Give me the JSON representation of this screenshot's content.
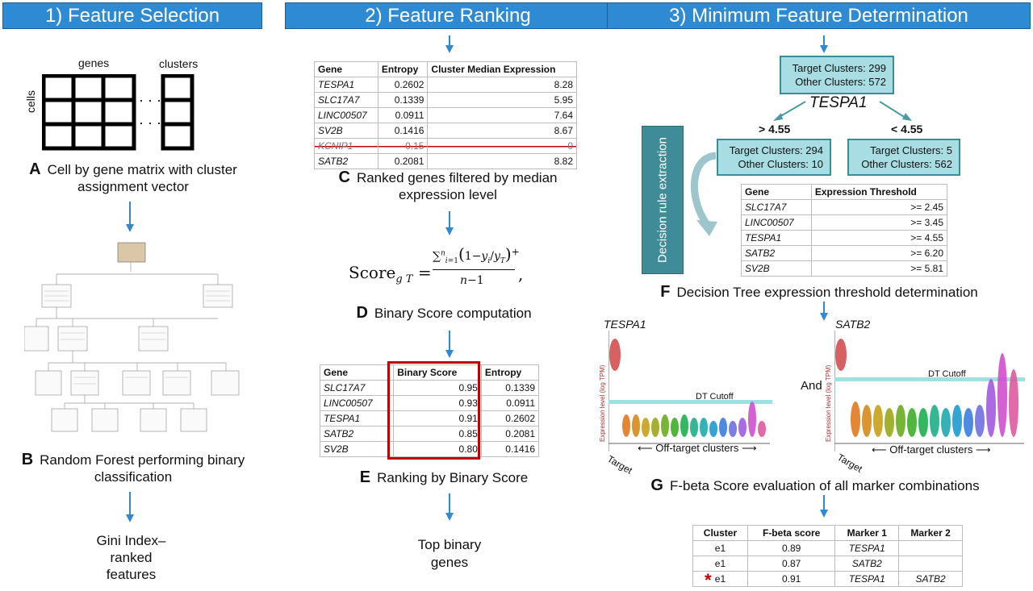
{
  "sections": {
    "s1": "1) Feature Selection",
    "s2": "2) Feature Ranking",
    "s3": "3) Minimum Feature Determination"
  },
  "panelA": {
    "genes_label": "genes",
    "clusters_label": "clusters",
    "cells_label": "cells",
    "letter": "A",
    "caption_l1": "Cell by gene matrix with cluster",
    "caption_l2": "assignment vector"
  },
  "panelB": {
    "letter": "B",
    "caption_l1": "Random Forest performing binary",
    "caption_l2": "classification",
    "result_l1": "Gini Index–",
    "result_l2": "ranked",
    "result_l3": "features"
  },
  "panelC": {
    "letter": "C",
    "caption_l1": "Ranked genes filtered by median",
    "caption_l2": "expression level",
    "headers": [
      "Gene",
      "Entropy",
      "Cluster Median Expression"
    ],
    "rows": [
      [
        "TESPA1",
        "0.2602",
        "8.28"
      ],
      [
        "SLC17A7",
        "0.1339",
        "5.95"
      ],
      [
        "LINC00507",
        "0.0911",
        "7.64"
      ],
      [
        "SV2B",
        "0.1416",
        "8.67"
      ],
      [
        "KCNIP1",
        "0.15",
        "0"
      ],
      [
        "SATB2",
        "0.2081",
        "8.82"
      ]
    ]
  },
  "panelD": {
    "letter": "D",
    "caption": "Binary Score computation"
  },
  "panelE": {
    "letter": "E",
    "caption": "Ranking by Binary Score",
    "headers": [
      "Gene",
      "Binary Score",
      "Entropy"
    ],
    "rows": [
      [
        "SLC17A7",
        "0.95",
        "0.1339"
      ],
      [
        "LINC00507",
        "0.93",
        "0.0911"
      ],
      [
        "TESPA1",
        "0.91",
        "0.2602"
      ],
      [
        "SATB2",
        "0.85",
        "0.2081"
      ],
      [
        "SV2B",
        "0.80",
        "0.1416"
      ]
    ],
    "result_l1": "Top binary",
    "result_l2": "genes"
  },
  "panelF": {
    "letter": "F",
    "caption": "Decision Tree expression threshold determination",
    "root_l1": "Target Clusters: 299",
    "root_l2": "Other Clusters: 572",
    "split_gene": "TESPA1",
    "left_cond": "> 4.55",
    "right_cond": "< 4.55",
    "left_l1": "Target Clusters: 294",
    "left_l2": "Other Clusters: 10",
    "right_l1": "Target Clusters: 5",
    "right_l2": "Other Clusters: 562",
    "extraction_label": "Decision rule extraction",
    "headers": [
      "Gene",
      "Expression Threshold"
    ],
    "rows": [
      [
        "SLC17A7",
        ">= 2.45"
      ],
      [
        "LINC00507",
        ">= 3.45"
      ],
      [
        "TESPA1",
        ">= 4.55"
      ],
      [
        "SATB2",
        ">= 6.20"
      ],
      [
        "SV2B",
        ">= 5.81"
      ]
    ]
  },
  "panelG": {
    "letter": "G",
    "caption": "F-beta Score evaluation of all marker combinations",
    "plot1_title": "TESPA1",
    "plot2_title": "SATB2",
    "ylabel": "Expression level (log TPM)",
    "cutoff_label": "DT Cutoff",
    "offtarget_label": "Off-target clusters",
    "target_label": "Target",
    "and_label": "And",
    "headers": [
      "Cluster",
      "F-beta score",
      "Marker 1",
      "Marker 2"
    ],
    "rows": [
      [
        "e1",
        "0.89",
        "TESPA1",
        ""
      ],
      [
        "e1",
        "0.87",
        "SATB2",
        ""
      ],
      [
        "e1",
        "0.91",
        "TESPA1",
        "SATB2"
      ]
    ],
    "star": "*"
  },
  "colors": {
    "banner": "#2f8ad4",
    "arrow": "#2f8ad4",
    "box_fill": "#a9dde4",
    "highlight": "#c00000",
    "cutoff": "#9fe0e0"
  }
}
